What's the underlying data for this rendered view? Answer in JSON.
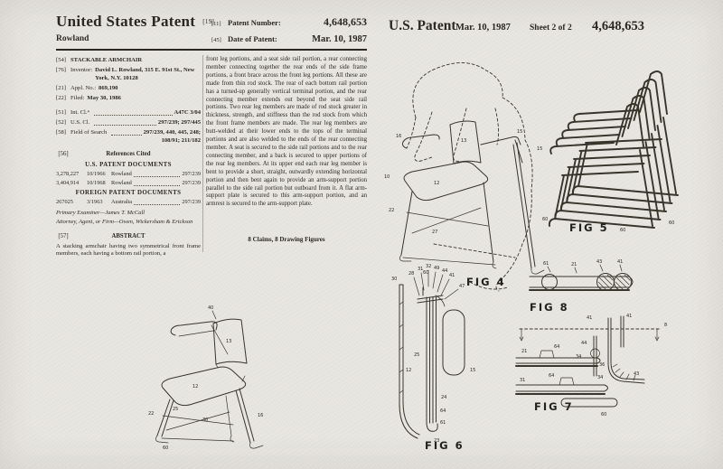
{
  "left_page": {
    "masthead": {
      "title": "United States Patent",
      "kind_tag": "[19]",
      "inventor_line": "Rowland",
      "number_tag": "[11]",
      "number_label": "Patent Number:",
      "number_value": "4,648,653",
      "date_tag": "[45]",
      "date_label": "Date of Patent:",
      "date_value": "Mar. 10, 1987"
    },
    "biblio": {
      "title_tag": "[54]",
      "title": "STACKABLE ARMCHAIR",
      "inventor_tag": "[76]",
      "inventor_label": "Inventor:",
      "inventor_value": "David L. Rowland, 315 E. 91st St., New York, N.Y. 10128",
      "appl_tag": "[21]",
      "appl_label": "Appl. No.:",
      "appl_value": "869,190",
      "filed_tag": "[22]",
      "filed_label": "Filed:",
      "filed_value": "May 30, 1986",
      "intcl_tag": "[51]",
      "intcl_label": "Int. Cl.⁴",
      "intcl_value": "A47C 3/04",
      "uscl_tag": "[52]",
      "uscl_label": "U.S. Cl.",
      "uscl_value": "297/239; 297/445",
      "field_tag": "[58]",
      "field_label": "Field of Search",
      "field_value": "297/239, 440, 445, 248;",
      "field_value2": "108/91; 211/182"
    },
    "references": {
      "tag": "[56]",
      "heading": "References Cited",
      "us_heading": "U.S. PATENT DOCUMENTS",
      "us_rows": [
        {
          "number": "3,278,227",
          "date": "10/1966",
          "name": "Rowland",
          "cls": "297/239"
        },
        {
          "number": "3,404,914",
          "date": "10/1968",
          "name": "Rowland",
          "cls": "297/239"
        }
      ],
      "foreign_heading": "FOREIGN PATENT DOCUMENTS",
      "foreign_rows": [
        {
          "number": "267025",
          "date": "3/1963",
          "name": "Australia",
          "cls": "297/239"
        }
      ]
    },
    "staff": {
      "examiner": "Primary Examiner—James T. McCall",
      "attorney": "Attorney, Agent, or Firm—Owen, Wickersham & Erickson"
    },
    "abstract": {
      "tag": "[57]",
      "heading": "ABSTRACT",
      "col1_text": "A stacking armchair having two symmetrical front frame members, each having a bottom rail portion, a",
      "col2_text": "front leg portions, and a seat side rail portion, a rear connecting member connecting together the rear ends of the side frame portions, a front brace across the front leg portions. All these are made from thin rod stock. The rear of each bottom rail portion has a turned-up generally vertical terminal portion, and the rear connecting member extends out beyond the seat side rail portions. Two rear leg members are made of rod stock greater in thickness, strength, and stiffness than the rod stock from which the front frame members are made. The rear leg members are butt-welded at their lower ends to the tops of the terminal portions and are also welded to the ends of the rear connecting member. A seat is secured to the side rail portions and to the rear connecting member, and a back is secured to upper portions of the rear leg members. At its upper end each rear leg member is bent to provide a short, straight, outwardly extending horizontal portion and then bent again to provide an arm-support portion parallel to the side rail portion but outboard from it. A flat arm-support plate is secured to this arm-support portion, and an armrest is secured to the arm-support plate."
    },
    "claims_line": "8 Claims, 8 Drawing Figures"
  },
  "right_page": {
    "header": {
      "title": "U.S. Patent",
      "date": "Mar. 10, 1987",
      "sheet": "Sheet 2 of 2",
      "number": "4,648,653"
    },
    "figures": {
      "front": {
        "callouts": [
          "40",
          "13",
          "12",
          "25",
          "22",
          "30",
          "60",
          "16"
        ]
      },
      "fig4": {
        "label": "FIG 4",
        "callouts": [
          "13",
          "12",
          "15",
          "16",
          "10",
          "22",
          "27",
          "60"
        ]
      },
      "fig5": {
        "label": "FIG 5",
        "callouts": [
          "15",
          "60",
          "60",
          "60"
        ]
      },
      "fig6": {
        "label": "FIG 6",
        "callouts": [
          "28",
          "31",
          "32",
          "49",
          "44",
          "41",
          "47",
          "30",
          "25",
          "12",
          "15",
          "24",
          "64",
          "61",
          "23"
        ]
      },
      "fig7": {
        "label": "FIG 7",
        "callouts": [
          "41",
          "41",
          "8",
          "21",
          "64",
          "44",
          "34",
          "36",
          "34",
          "43",
          "31",
          "64",
          "60"
        ]
      },
      "fig8": {
        "label": "FIG 8",
        "callouts": [
          "61",
          "21",
          "43",
          "41"
        ]
      }
    }
  }
}
